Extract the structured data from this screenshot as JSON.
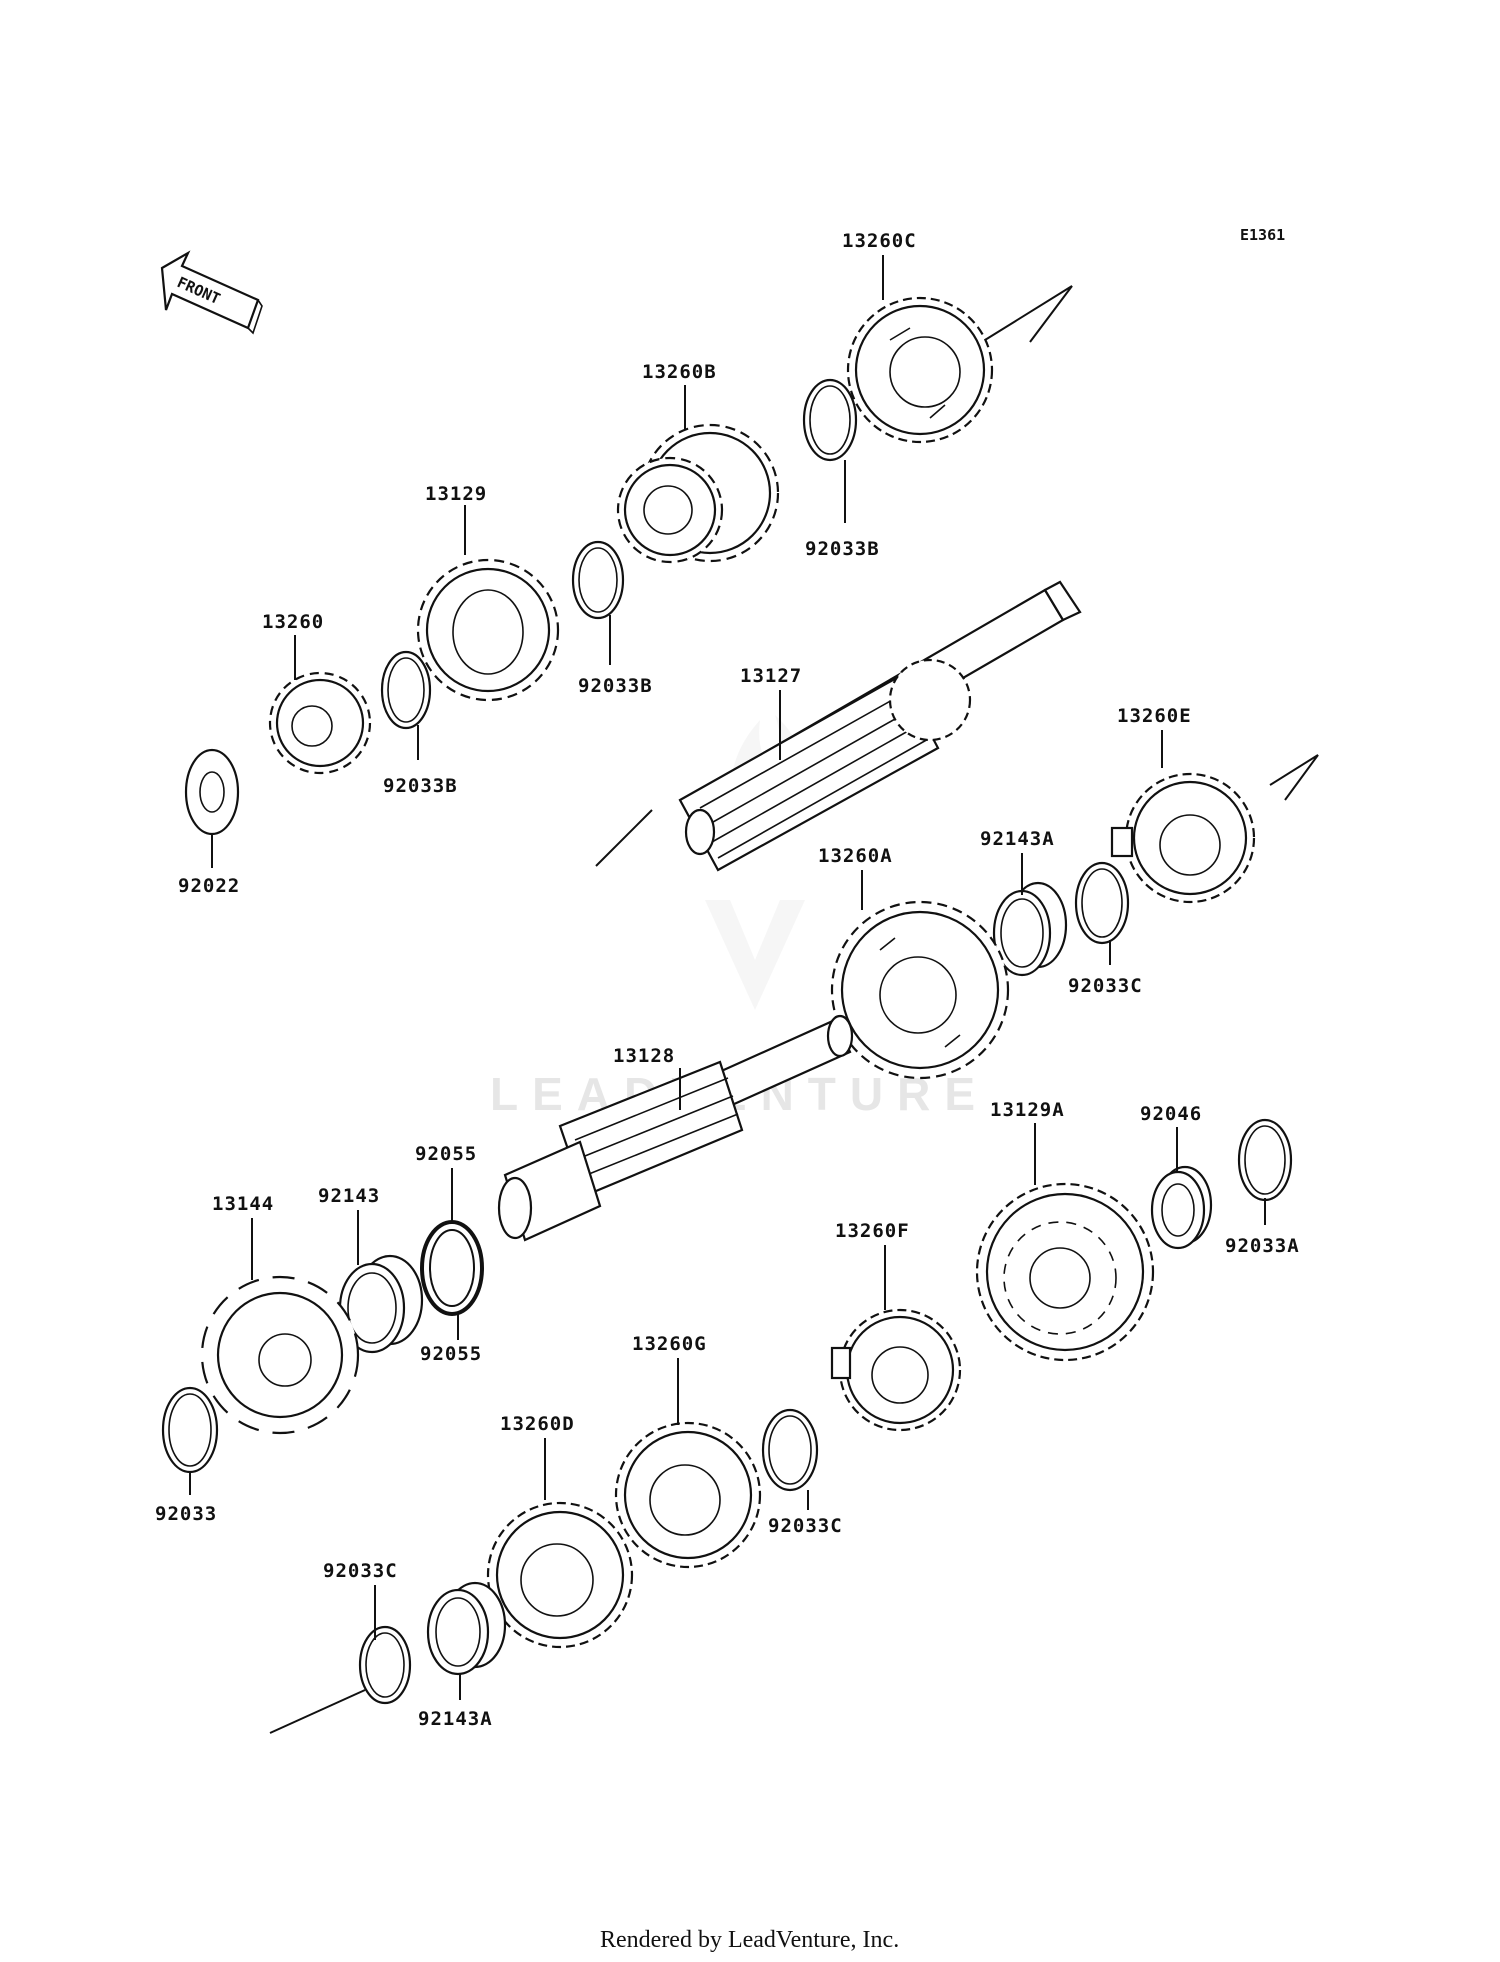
{
  "diagram": {
    "ref_code": "E1361",
    "front_label": "FRONT",
    "footer": "Rendered by LeadVenture, Inc.",
    "watermark": "LEADVENTURE",
    "parts": {
      "p13260C": "13260C",
      "p13260B": "13260B",
      "p13129": "13129",
      "p13260": "13260",
      "p92033B_a": "92033B",
      "p92033B_b": "92033B",
      "p92033B_c": "92033B",
      "p92022": "92022",
      "p13127": "13127",
      "p13260E": "13260E",
      "p92143A_a": "92143A",
      "p92033C_a": "92033C",
      "p13260A": "13260A",
      "p13128": "13128",
      "p13129A": "13129A",
      "p92046": "92046",
      "p92033A": "92033A",
      "p92055_a": "92055",
      "p92055_b": "92055",
      "p92143": "92143",
      "p13144": "13144",
      "p13260F": "13260F",
      "p13260G": "13260G",
      "p92033C_b": "92033C",
      "p13260D": "13260D",
      "p92033": "92033",
      "p92033C_c": "92033C",
      "p92143A_b": "92143A"
    }
  }
}
